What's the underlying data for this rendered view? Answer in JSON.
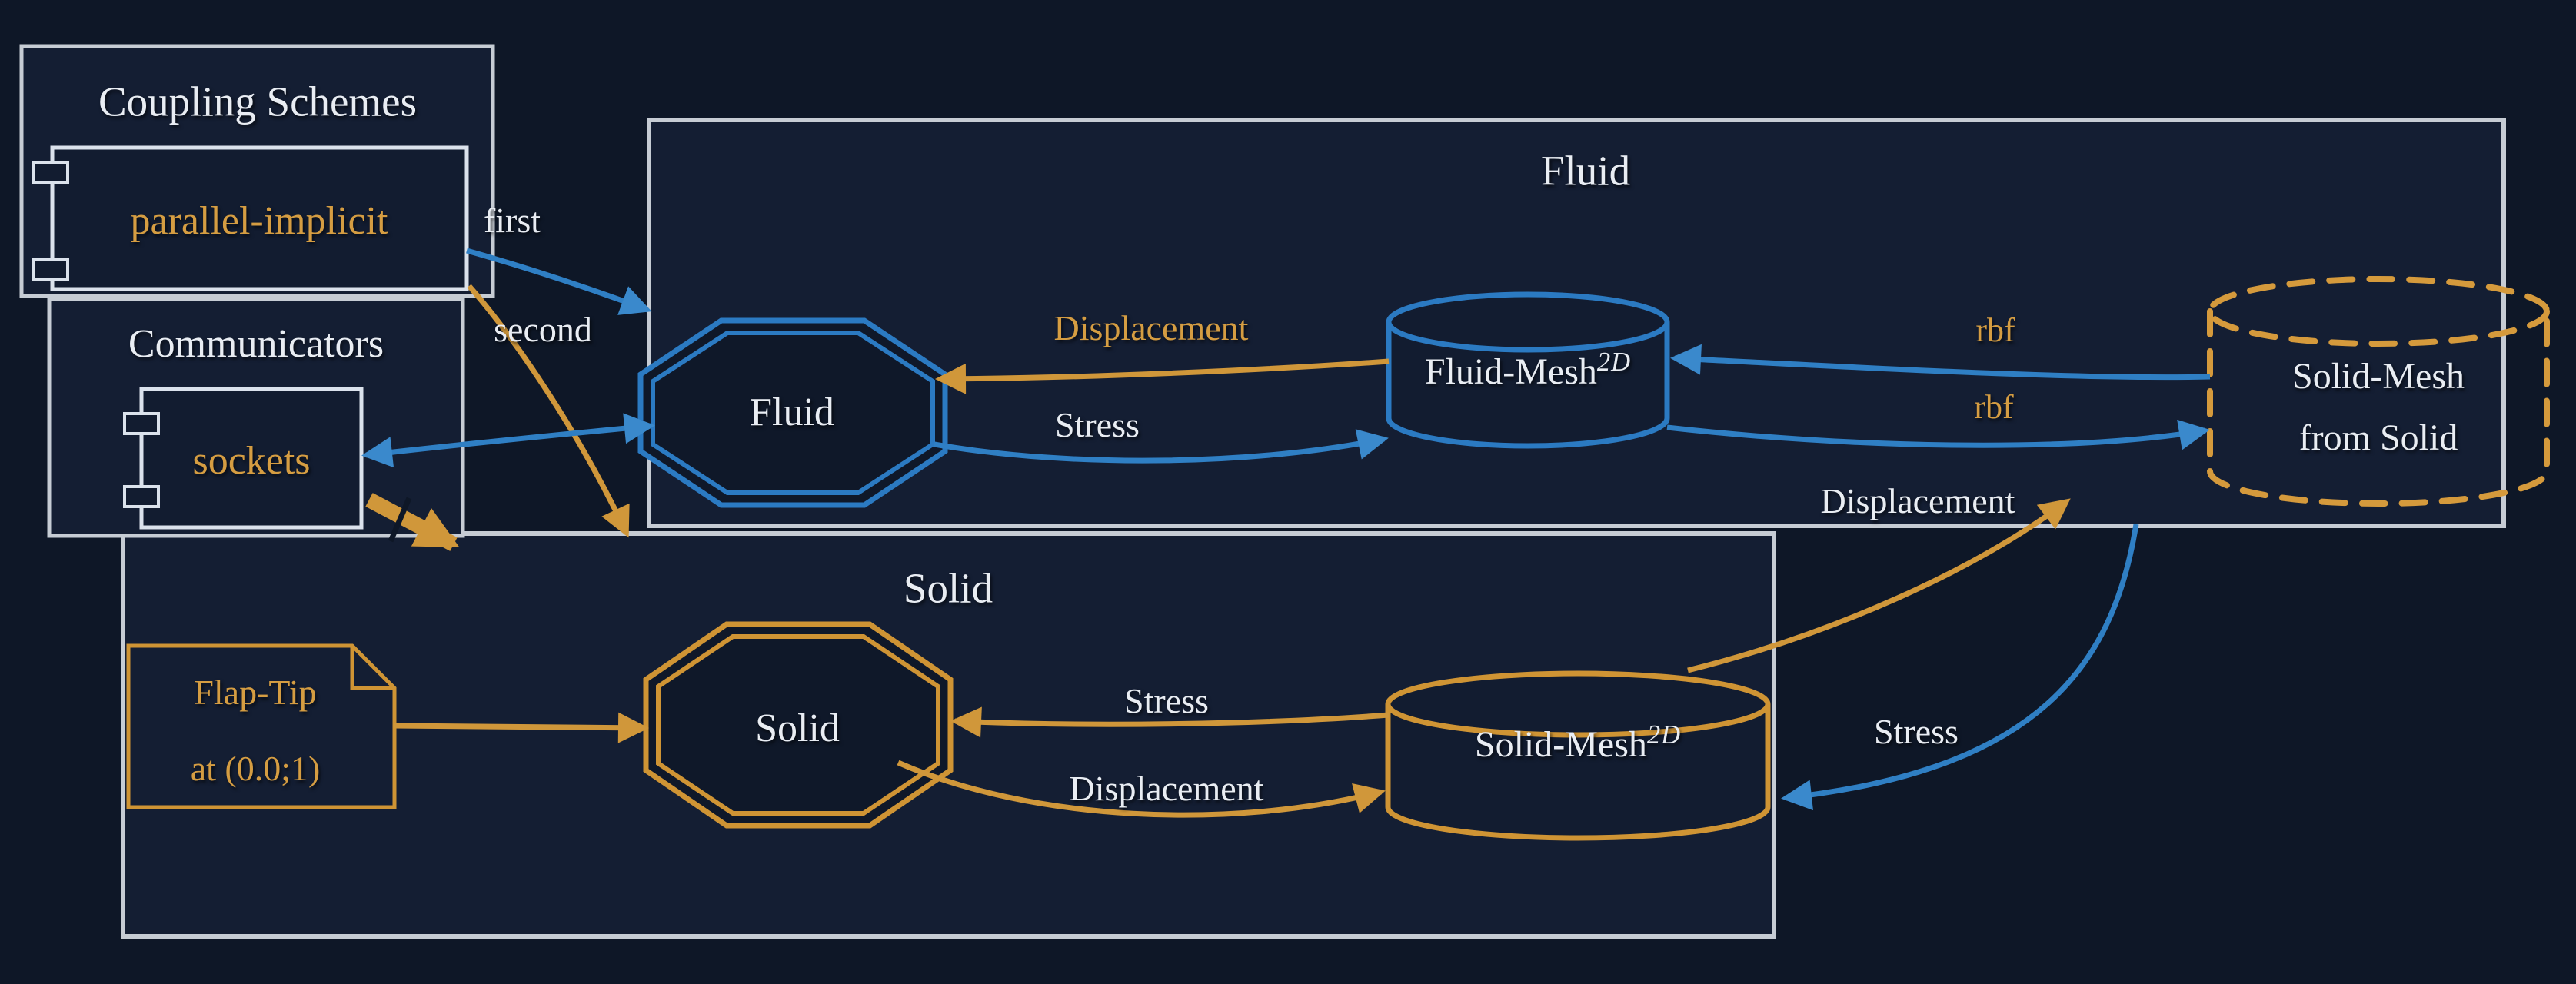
{
  "diagram": {
    "kind": "preCICE coupling configuration diagram",
    "colors": {
      "background": "#0e1727",
      "box_fill": "#141e33",
      "border_gray": "#c6ccd4",
      "blue": "#2f7fc4",
      "orange": "#d0973a",
      "text_white": "#e9edf3",
      "text_orange": "#d59d42"
    },
    "coupling_schemes": {
      "title": "Coupling Schemes",
      "scheme": "parallel-implicit"
    },
    "communicators": {
      "title": "Communicators",
      "communicator": "sockets"
    },
    "fluid_participant": {
      "title": "Fluid",
      "solver": "Fluid",
      "mesh": "Fluid-Mesh",
      "mesh_dim": "2D"
    },
    "solid_participant": {
      "title": "Solid",
      "solver": "Solid",
      "mesh": "Solid-Mesh",
      "mesh_dim": "2D"
    },
    "received_mesh": {
      "line1": "Solid-Mesh",
      "line2": "from Solid"
    },
    "note": {
      "line1": "Flap-Tip",
      "line2": "at (0.0;1)"
    },
    "edge_labels": {
      "first": "first",
      "second": "second",
      "displacement_fluid": "Displacement",
      "stress_fluid": "Stress",
      "rbf_top": "rbf",
      "rbf_bottom": "rbf",
      "displacement_mapping": "Displacement",
      "stress_solid": "Stress",
      "displacement_solid": "Displacement",
      "stress_mapping": "Stress"
    }
  }
}
